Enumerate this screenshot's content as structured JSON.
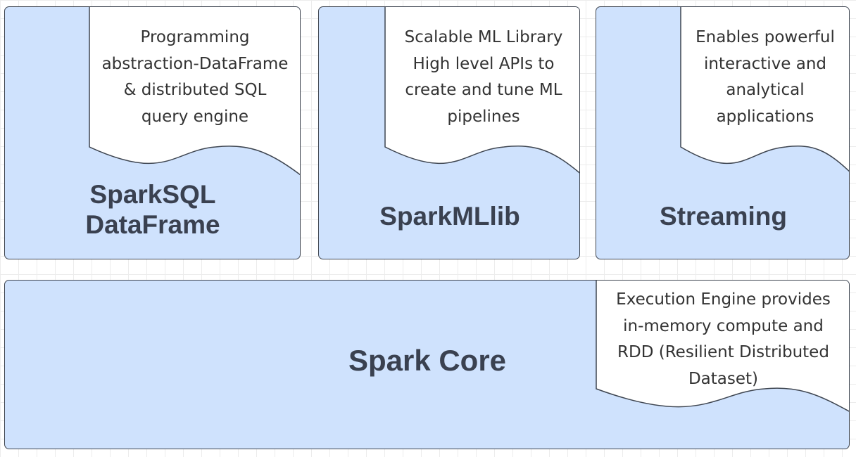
{
  "blocks": {
    "sparksql": {
      "title_line1": "SparkSQL",
      "title_line2": "DataFrame",
      "note": [
        "Programming",
        "abstraction-DataFrame",
        "& distributed SQL",
        "query engine"
      ]
    },
    "mllib": {
      "title": "SparkMLlib",
      "note": [
        "Scalable ML Library",
        "High level APIs to",
        "create and tune ML",
        "pipelines"
      ]
    },
    "streaming": {
      "title": "Streaming",
      "note": [
        "Enables powerful",
        "interactive and",
        "analytical",
        "applications"
      ]
    },
    "core": {
      "title": "Spark Core",
      "note": [
        "Execution Engine provides",
        "in-memory compute and",
        "RDD (Resilient Distributed",
        "Dataset)"
      ]
    }
  },
  "colors": {
    "block_fill": "#cfe2fd",
    "note_fill": "#ffffff",
    "stroke": "#3e4550",
    "title_text": "#3a4150",
    "note_text": "#333333"
  }
}
